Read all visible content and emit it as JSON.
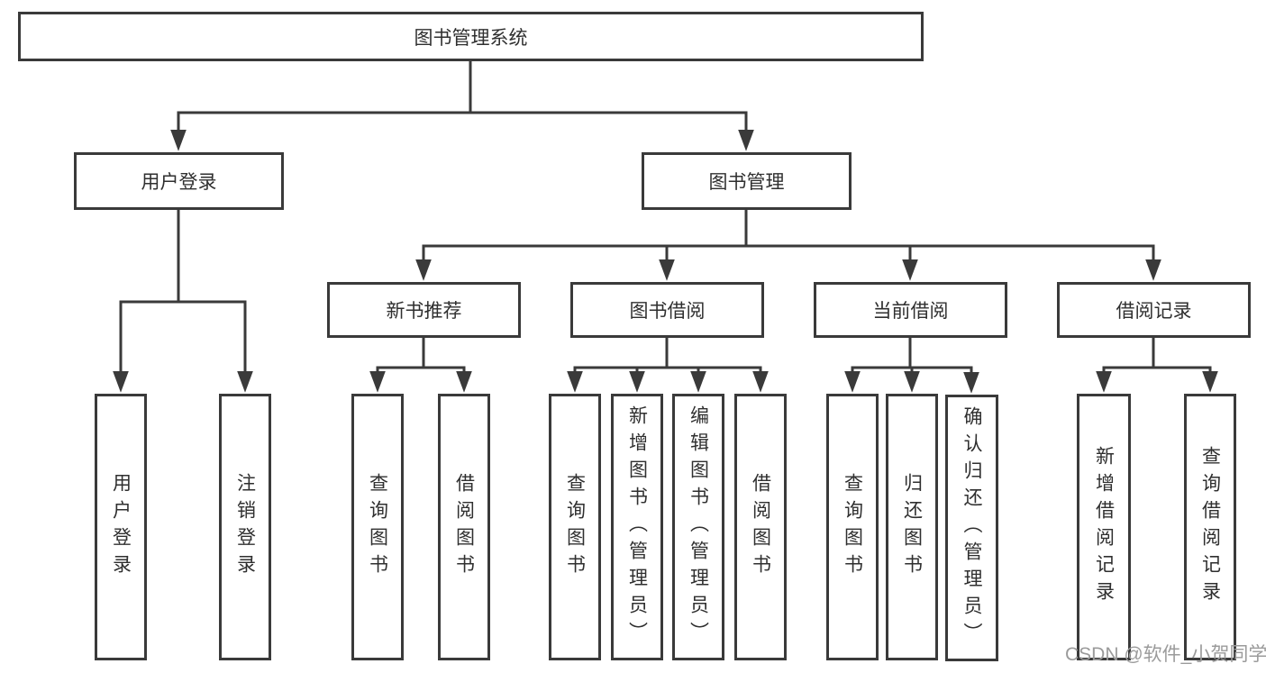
{
  "diagram": {
    "type": "hierarchy-tree",
    "title": "图书管理系统",
    "colors": {
      "background": "#ffffff",
      "box_border": "#3a3a3a",
      "line": "#3a3a3a",
      "text": "#2f2f2f",
      "watermark_text": "#9b9b9b"
    },
    "nodes": [
      {
        "id": "root",
        "level": 1,
        "label": "图书管理系统"
      },
      {
        "id": "user-login",
        "level": 2,
        "label": "用户登录"
      },
      {
        "id": "book-management",
        "level": 2,
        "label": "图书管理"
      },
      {
        "id": "new-book-recommend",
        "level": 3,
        "label": "新书推荐"
      },
      {
        "id": "book-borrowing",
        "level": 3,
        "label": "图书借阅"
      },
      {
        "id": "current-borrowing",
        "level": 3,
        "label": "当前借阅"
      },
      {
        "id": "borrowing-records",
        "level": 3,
        "label": "借阅记录"
      },
      {
        "id": "user-login-leaf",
        "level": 4,
        "label": "用户登录"
      },
      {
        "id": "logout",
        "level": 4,
        "label": "注销登录"
      },
      {
        "id": "query-books-1",
        "level": 4,
        "label": "查询图书"
      },
      {
        "id": "borrow-books-1",
        "level": 4,
        "label": "借阅图书"
      },
      {
        "id": "query-books-2",
        "level": 4,
        "label": "查询图书"
      },
      {
        "id": "add-books-admin",
        "level": 4,
        "label": "新增图书（管理员）"
      },
      {
        "id": "edit-books-admin",
        "level": 4,
        "label": "编辑图书（管理员）"
      },
      {
        "id": "borrow-books-2",
        "level": 4,
        "label": "借阅图书"
      },
      {
        "id": "query-books-3",
        "level": 4,
        "label": "查询图书"
      },
      {
        "id": "return-books",
        "level": 4,
        "label": "归还图书"
      },
      {
        "id": "confirm-return-admin",
        "level": 4,
        "label": "确认归还（管理员）"
      },
      {
        "id": "add-borrow-record",
        "level": 4,
        "label": "新增借阅记录"
      },
      {
        "id": "query-borrow-record",
        "level": 4,
        "label": "查询借阅记录"
      }
    ],
    "edges": [
      {
        "from": "root",
        "to": "user-login"
      },
      {
        "from": "root",
        "to": "book-management"
      },
      {
        "from": "user-login",
        "to": "user-login-leaf"
      },
      {
        "from": "user-login",
        "to": "logout"
      },
      {
        "from": "book-management",
        "to": "new-book-recommend"
      },
      {
        "from": "book-management",
        "to": "book-borrowing"
      },
      {
        "from": "book-management",
        "to": "current-borrowing"
      },
      {
        "from": "book-management",
        "to": "borrowing-records"
      },
      {
        "from": "new-book-recommend",
        "to": "query-books-1"
      },
      {
        "from": "new-book-recommend",
        "to": "borrow-books-1"
      },
      {
        "from": "book-borrowing",
        "to": "query-books-2"
      },
      {
        "from": "book-borrowing",
        "to": "add-books-admin"
      },
      {
        "from": "book-borrowing",
        "to": "edit-books-admin"
      },
      {
        "from": "book-borrowing",
        "to": "borrow-books-2"
      },
      {
        "from": "current-borrowing",
        "to": "query-books-3"
      },
      {
        "from": "current-borrowing",
        "to": "return-books"
      },
      {
        "from": "current-borrowing",
        "to": "confirm-return-admin"
      },
      {
        "from": "borrowing-records",
        "to": "add-borrow-record"
      },
      {
        "from": "borrowing-records",
        "to": "query-borrow-record"
      }
    ]
  },
  "watermark": {
    "text": "CSDN @软件_小贺同学"
  }
}
